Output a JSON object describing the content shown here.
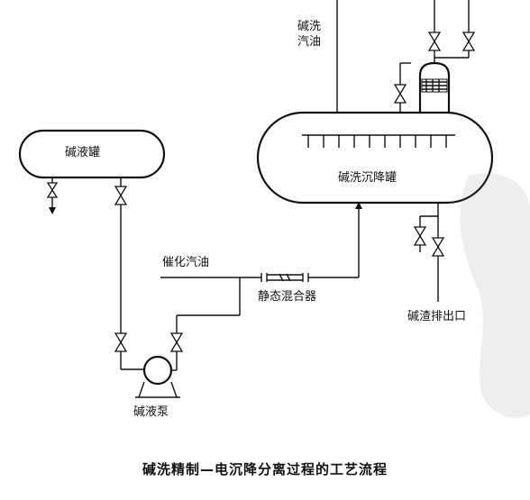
{
  "labels": {
    "caustic_tank": "碱液罐",
    "settling_tank": "碱洗沉降罐",
    "washed_gasoline": "碱洗汽油",
    "catalytic_gasoline": "催化汽油",
    "static_mixer": "静态混合器",
    "residue_outlet": "碱渣排出口",
    "caustic_pump": "碱液泵"
  },
  "caption": "碱洗精制—电沉降分离过程的工艺流程"
}
